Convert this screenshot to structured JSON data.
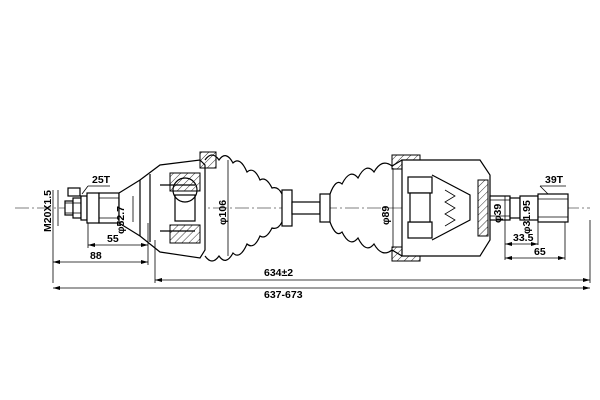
{
  "drawing": {
    "labels": {
      "thread": "M20X1.5",
      "spline_left": "25T",
      "dia_left_stem": "φ52.7",
      "dia_outer_joint": "φ106",
      "dia_inner_boot": "φ89",
      "dia_inner_joint": "φ39",
      "dia_right_stem": "φ31.95",
      "spline_right": "39T",
      "len_55": "55",
      "len_88": "88",
      "len_33_5": "33.5",
      "len_65": "65",
      "overall_nominal": "634±2",
      "overall_range": "637-673"
    }
  }
}
